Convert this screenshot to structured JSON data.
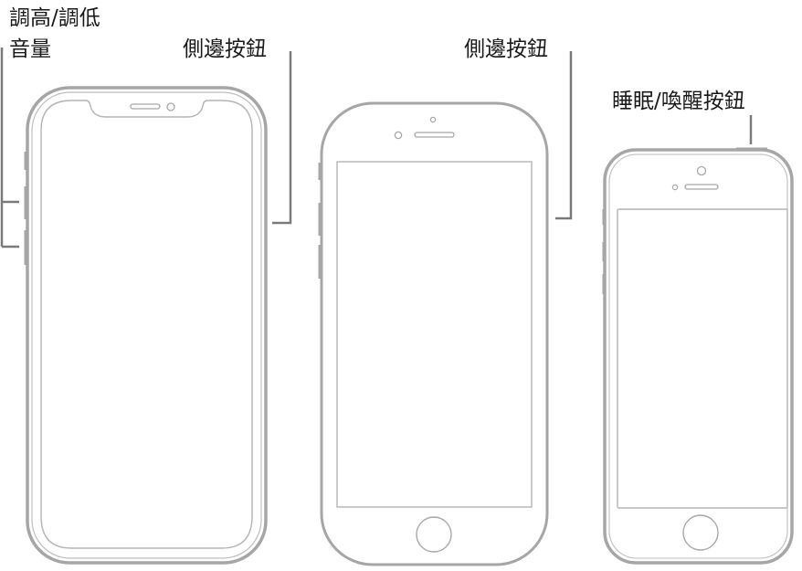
{
  "diagram": {
    "description": "Locations of buttons on three iPhone models",
    "phones": [
      {
        "id": "face-id-model",
        "labels": {
          "volume_line1": "調高/調低",
          "volume_line2": "音量",
          "side_button": "側邊按鈕"
        }
      },
      {
        "id": "home-button-model",
        "labels": {
          "side_button": "側邊按鈕"
        }
      },
      {
        "id": "small-home-button-model",
        "labels": {
          "top_button": "睡眠/喚醒按鈕"
        }
      }
    ],
    "colors": {
      "outline": "#a6a6a6",
      "callout_line": "#7a7a7a",
      "text": "#1a1a1a"
    }
  }
}
